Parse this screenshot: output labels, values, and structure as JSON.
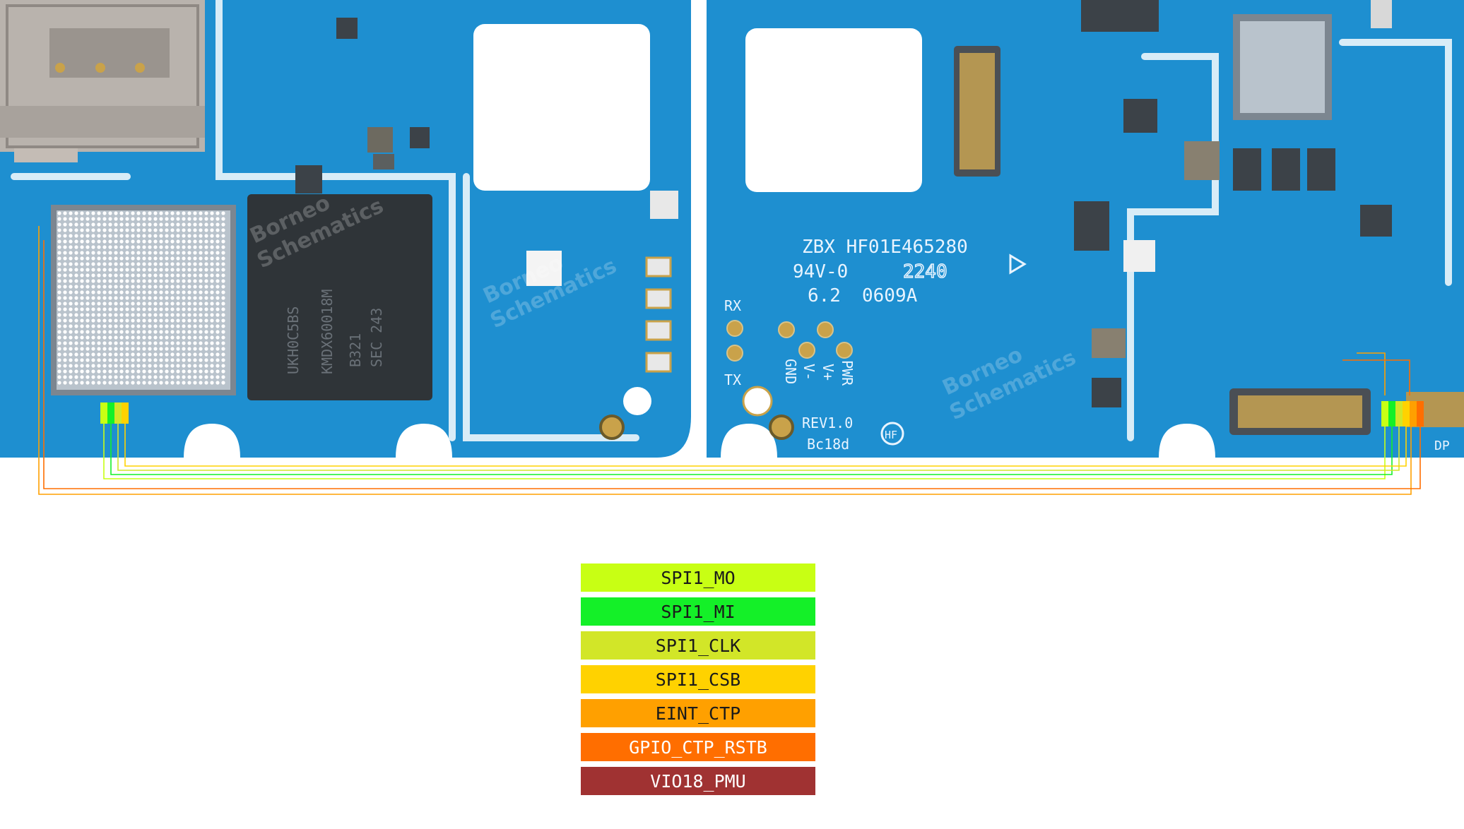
{
  "silkscreen": {
    "marking_1": "ZBX HF01E465280",
    "marking_2": "94V-0",
    "marking_3": "2240",
    "marking_4": "6.2",
    "marking_5": "0609A",
    "rx": "RX",
    "tx": "TX",
    "gnd": "GND",
    "v_minus": "V-",
    "v_plus": "V+",
    "pwr": "PWR",
    "rev": "REV1.0",
    "code": "Bc18d",
    "hf": "HF",
    "dp": "DP"
  },
  "chips": {
    "mem_line1": "KMDX60018M",
    "mem_line2": "SEC 243",
    "mem_line3": "B321",
    "mem_line4": "UKH0C5BS"
  },
  "watermark": {
    "line1": "Borneo",
    "line2": "Schematics"
  },
  "legend": [
    {
      "label": "SPI1_MO",
      "color": "#c8ff14"
    },
    {
      "label": "SPI1_MI",
      "color": "#14f028"
    },
    {
      "label": "SPI1_CLK",
      "color": "#d2e628"
    },
    {
      "label": "SPI1_CSB",
      "color": "#ffd200"
    },
    {
      "label": "EINT_CTP",
      "color": "#ffa000"
    },
    {
      "label": "GPIO_CTP_RSTB",
      "color": "#ff6e00"
    },
    {
      "label": "VIO18_PMU",
      "color": "#a03232"
    }
  ],
  "colors": {
    "pcb": "#1e8fd0",
    "pcb_dark": "#1772ad",
    "chip": "#2f3438",
    "pad_gold": "#c9a24a"
  }
}
